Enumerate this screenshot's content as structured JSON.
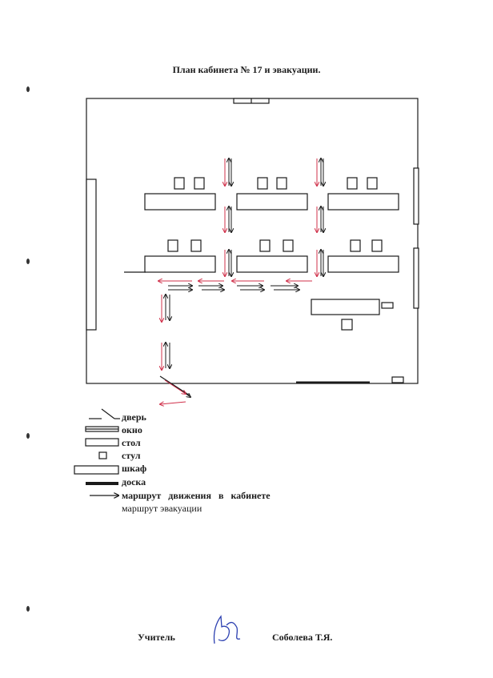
{
  "title": "План кабинета № 17 и эвакуации.",
  "legend": [
    {
      "id": "door",
      "label": "дверь"
    },
    {
      "id": "window",
      "label": "окно"
    },
    {
      "id": "desk",
      "label": "стол"
    },
    {
      "id": "chair",
      "label": "стул"
    },
    {
      "id": "cabinet",
      "label": "шкаф"
    },
    {
      "id": "board",
      "label": "доска"
    },
    {
      "id": "route-in-room",
      "label": "маршрут   движения   в   кабинете"
    },
    {
      "id": "evacuation-route",
      "label": "маршрут эвакуации"
    }
  ],
  "footer": {
    "role": "Учитель",
    "name": "Соболева Т.Я."
  },
  "colors": {
    "ink": "#1a1a1a",
    "evacuation": "#d0304a",
    "signature": "#2b3fb0"
  }
}
